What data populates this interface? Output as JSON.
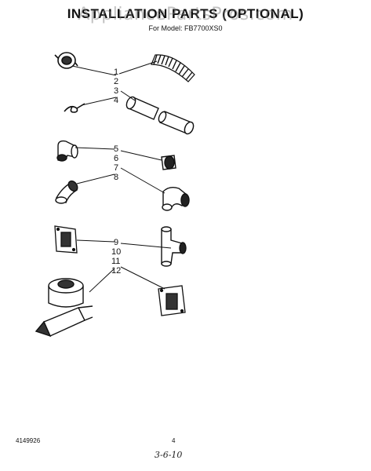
{
  "header": {
    "title": "INSTALLATION PARTS (OPTIONAL)",
    "watermark": "AppliancePartsPros.com",
    "model_line": "For Model: FB7700XS0"
  },
  "callouts": [
    "1",
    "2",
    "3",
    "4",
    "5",
    "6",
    "7",
    "8",
    "9",
    "10",
    "11",
    "12"
  ],
  "footer": {
    "part_number": "4149926",
    "page_number": "4",
    "handwritten_note": "3-6-10"
  }
}
